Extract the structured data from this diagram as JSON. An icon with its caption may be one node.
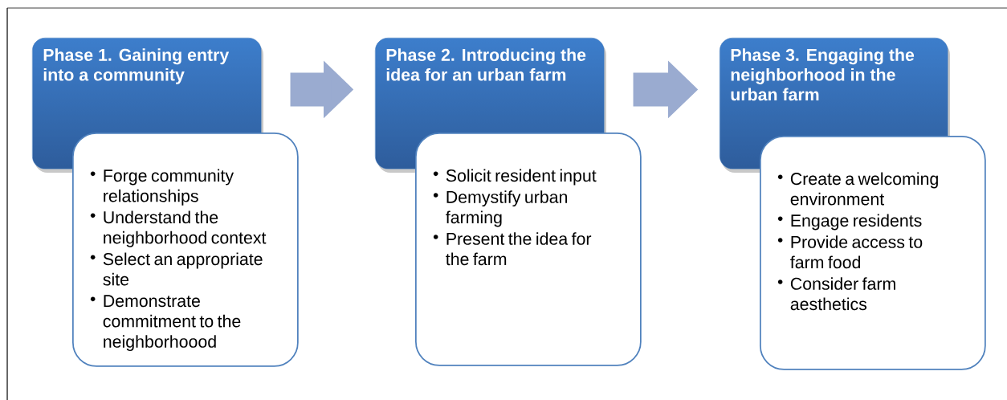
{
  "diagram": {
    "nodes": [
      {
        "text": [
          "Phase 1. Gaining entry into a community"
        ]
      },
      {
        "text": [
          "Forge community relationships",
          "Understand the neighborhood context",
          "Select an appropriate site",
          "Demonstrate commitment to the neighborhoood"
        ]
      },
      {
        "text": [
          "Phase 2. Introducing the idea for an urban farm"
        ]
      },
      {
        "text": [
          "Solicit resident input",
          "Demystify urban farming",
          "Present the idea for the farm"
        ]
      },
      {
        "text": [
          "Phase 3. Engaging the neighborhood in the urban farm"
        ]
      },
      {
        "text": [
          "Create a welcoming environment",
          "Engage residents",
          "Provide access to farm food",
          "Consider farm aesthetics"
        ]
      }
    ],
    "edges": [
      {
        "from": 0,
        "to": 2,
        "arrow": "to"
      },
      {
        "from": 2,
        "to": 4,
        "arrow": "to"
      }
    ]
  }
}
